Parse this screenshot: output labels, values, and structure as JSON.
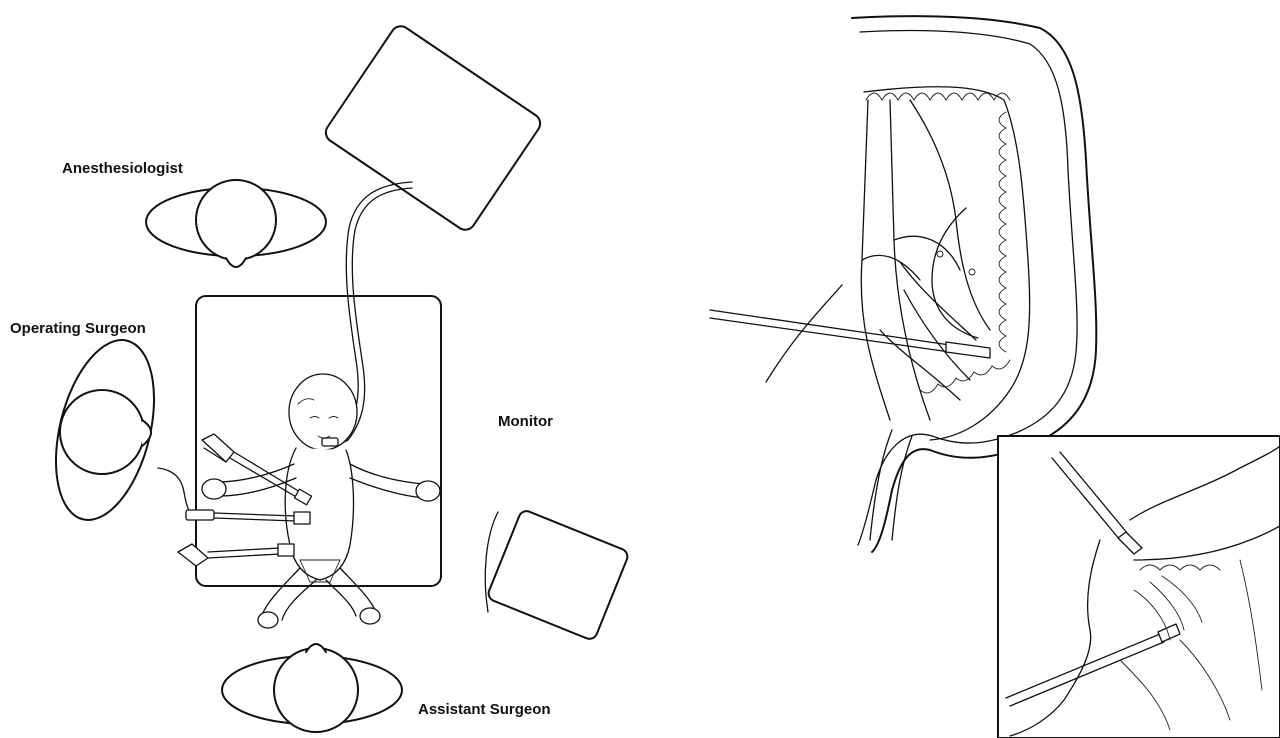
{
  "labels": {
    "anesthesiologist": "Anesthesiologist",
    "operating_surgeon": "Operating Surgeon",
    "monitor": "Monitor",
    "assistant_surgeon": "Assistant Surgeon"
  }
}
